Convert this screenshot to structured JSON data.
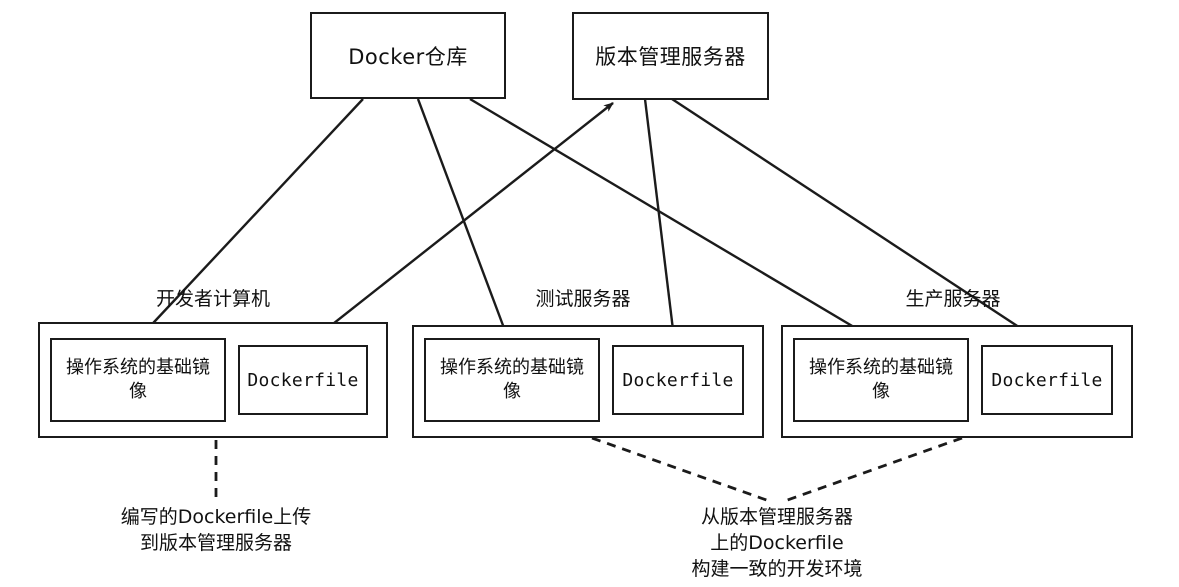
{
  "diagram": {
    "title_nodes": [
      {
        "id": "docker-registry",
        "label": "Docker仓库"
      },
      {
        "id": "version-server",
        "label": "版本管理服务器"
      }
    ],
    "groups": [
      {
        "id": "developer-machine",
        "label": "开发者计算机",
        "items": [
          {
            "id": "os-base-image",
            "label": "操作系统的基础镜像"
          },
          {
            "id": "dockerfile",
            "label": "Dockerfile"
          }
        ]
      },
      {
        "id": "test-server",
        "label": "测试服务器",
        "items": [
          {
            "id": "os-base-image",
            "label": "操作系统的基础镜像"
          },
          {
            "id": "dockerfile",
            "label": "Dockerfile"
          }
        ]
      },
      {
        "id": "production-server",
        "label": "生产服务器",
        "items": [
          {
            "id": "os-base-image",
            "label": "操作系统的基础镜像"
          },
          {
            "id": "dockerfile",
            "label": "Dockerfile"
          }
        ]
      }
    ],
    "captions": [
      {
        "id": "upload-dockerfile",
        "lines": [
          "编写的Dockerfile上传",
          "到版本管理服务器"
        ]
      },
      {
        "id": "build-consistent-env",
        "lines": [
          "从版本管理服务器",
          "上的Dockerfile",
          "构建一致的开发环境"
        ]
      }
    ],
    "edges": [
      {
        "id": "registry-to-dev-os",
        "from": "docker-registry",
        "to": "developer-machine.os-base-image",
        "style": "solid",
        "arrow": "end"
      },
      {
        "id": "registry-to-test-os",
        "from": "docker-registry",
        "to": "test-server.os-base-image",
        "style": "solid",
        "arrow": "end"
      },
      {
        "id": "registry-to-prod-os",
        "from": "docker-registry",
        "to": "production-server.os-base-image",
        "style": "solid",
        "arrow": "end"
      },
      {
        "id": "dev-dockerfile-to-version",
        "from": "developer-machine.dockerfile",
        "to": "version-server",
        "style": "solid",
        "arrow": "end"
      },
      {
        "id": "version-to-test-dockerfile",
        "from": "version-server",
        "to": "test-server.dockerfile",
        "style": "solid",
        "arrow": "end"
      },
      {
        "id": "version-to-prod-dockerfile",
        "from": "version-server",
        "to": "production-server.dockerfile",
        "style": "solid",
        "arrow": "end"
      },
      {
        "id": "dev-to-upload-caption",
        "from": "developer-machine",
        "to": "upload-dockerfile",
        "style": "dashed",
        "arrow": "none"
      },
      {
        "id": "test-to-build-caption",
        "from": "test-server",
        "to": "build-consistent-env",
        "style": "dashed",
        "arrow": "none"
      },
      {
        "id": "prod-to-build-caption",
        "from": "production-server",
        "to": "build-consistent-env",
        "style": "dashed",
        "arrow": "none"
      }
    ],
    "colors": {
      "stroke": "#1b1b1b",
      "background": "#ffffff",
      "text": "#111111"
    }
  }
}
